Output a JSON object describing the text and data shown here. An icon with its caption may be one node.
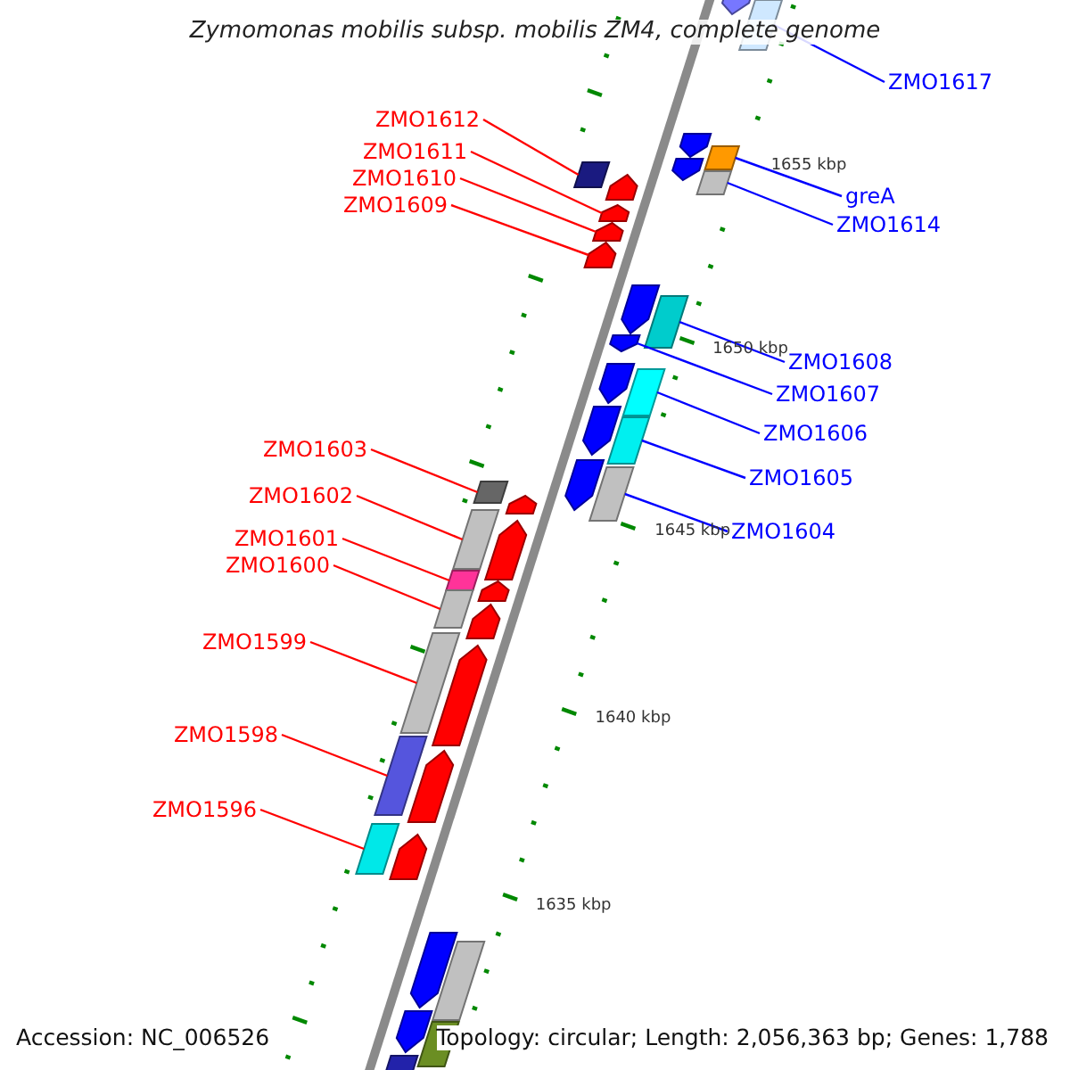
{
  "diagram": {
    "title": "Zymomonas mobilis subsp. mobilis ZM4, complete genome",
    "nodes": [
      {
        "text": [
          "ZMO1617"
        ]
      },
      {
        "text": [],
        "shape": "box"
      },
      {
        "text": [
          "ZMO1612"
        ]
      },
      {
        "text": [],
        "shape": "box"
      },
      {
        "text": [
          "ZMO1611"
        ]
      },
      {
        "text": [],
        "shape": "arrow"
      },
      {
        "text": [
          "ZMO1610"
        ]
      },
      {
        "text": [],
        "shape": "arrow"
      },
      {
        "text": [
          "greA"
        ]
      },
      {
        "text": [],
        "shape": "box"
      },
      {
        "text": [
          "ZMO1609"
        ]
      },
      {
        "text": [],
        "shape": "arrow"
      },
      {
        "text": [
          "ZMO1614"
        ]
      },
      {
        "text": [],
        "shape": "box"
      },
      {
        "text": [
          "ZMO1608"
        ]
      },
      {
        "text": [],
        "shape": "box"
      },
      {
        "text": [
          "ZMO1607"
        ]
      },
      {
        "text": [],
        "shape": "arrow"
      },
      {
        "text": [
          "ZMO1606"
        ]
      },
      {
        "text": [],
        "shape": "box"
      },
      {
        "text": [
          "ZMO1603"
        ]
      },
      {
        "text": [],
        "shape": "box"
      },
      {
        "text": [
          "ZMO1605"
        ]
      },
      {
        "text": [],
        "shape": "box"
      },
      {
        "text": [
          "ZMO1602"
        ]
      },
      {
        "text": [],
        "shape": "box"
      },
      {
        "text": [
          "ZMO1604"
        ]
      },
      {
        "text": [],
        "shape": "box"
      },
      {
        "text": [
          "ZMO1601"
        ]
      },
      {
        "text": [],
        "shape": "box"
      },
      {
        "text": [
          "ZMO1600"
        ]
      },
      {
        "text": [],
        "shape": "box"
      },
      {
        "text": [
          "ZMO1599"
        ]
      },
      {
        "text": [],
        "shape": "box"
      },
      {
        "text": [
          "ZMO1598"
        ]
      },
      {
        "text": [],
        "shape": "box"
      },
      {
        "text": [
          "ZMO1596"
        ]
      },
      {
        "text": [],
        "shape": "box"
      },
      {
        "text": [],
        "shape": "arrow"
      },
      {
        "text": [],
        "shape": "arrow"
      },
      {
        "text": [],
        "shape": "arrow"
      },
      {
        "text": [],
        "shape": "arrow"
      },
      {
        "text": [],
        "shape": "arrow"
      },
      {
        "text": [],
        "shape": "arrow"
      },
      {
        "text": [],
        "shape": "arrow"
      },
      {
        "text": [],
        "shape": "arrow"
      },
      {
        "text": [],
        "shape": "arrow"
      },
      {
        "text": [],
        "shape": "arrow"
      },
      {
        "text": [],
        "shape": "arrow"
      },
      {
        "text": [],
        "shape": "arrow"
      },
      {
        "text": [],
        "shape": "arrow"
      },
      {
        "text": [],
        "shape": "arrow"
      },
      {
        "text": [],
        "shape": "arrow"
      },
      {
        "text": [],
        "shape": "arrow"
      },
      {
        "text": [],
        "shape": "box"
      },
      {
        "text": [],
        "shape": "arrow"
      },
      {
        "text": [],
        "shape": "box"
      },
      {
        "text": [],
        "shape": "box"
      }
    ],
    "edges": [
      {
        "from": 0,
        "to": 1,
        "arrow": "none",
        "color": "#0000ff"
      },
      {
        "from": 2,
        "to": 3,
        "arrow": "none",
        "color": "#ff0000"
      },
      {
        "from": 4,
        "to": 5,
        "arrow": "none",
        "color": "#ff0000"
      },
      {
        "from": 6,
        "to": 7,
        "arrow": "none",
        "color": "#ff0000"
      },
      {
        "from": 8,
        "to": 9,
        "arrow": "none",
        "color": "#0000ff"
      },
      {
        "from": 10,
        "to": 11,
        "arrow": "none",
        "color": "#ff0000"
      },
      {
        "from": 12,
        "to": 13,
        "arrow": "none",
        "color": "#0000ff"
      },
      {
        "from": 14,
        "to": 15,
        "arrow": "none",
        "color": "#0000ff"
      },
      {
        "from": 16,
        "to": 17,
        "arrow": "none",
        "color": "#0000ff"
      },
      {
        "from": 18,
        "to": 19,
        "arrow": "none",
        "color": "#0000ff"
      },
      {
        "from": 20,
        "to": 21,
        "arrow": "none",
        "color": "#ff0000"
      },
      {
        "from": 22,
        "to": 23,
        "arrow": "none",
        "color": "#0000ff"
      },
      {
        "from": 24,
        "to": 25,
        "arrow": "none",
        "color": "#ff0000"
      },
      {
        "from": 26,
        "to": 27,
        "arrow": "none",
        "color": "#0000ff"
      },
      {
        "from": 28,
        "to": 29,
        "arrow": "none",
        "color": "#ff0000"
      },
      {
        "from": 30,
        "to": 31,
        "arrow": "none",
        "color": "#ff0000"
      },
      {
        "from": 32,
        "to": 33,
        "arrow": "none",
        "color": "#ff0000"
      },
      {
        "from": 34,
        "to": 35,
        "arrow": "none",
        "color": "#ff0000"
      },
      {
        "from": 36,
        "to": 37,
        "arrow": "none",
        "color": "#ff0000"
      }
    ],
    "labels": [
      "1655 kbp",
      "1650 kbp",
      "1645 kbp",
      "1640 kbp",
      "1635 kbp",
      "Accession: NC_006526",
      "Topology: circular; Length: 2,056,363 bp; Genes: 1,788"
    ]
  }
}
